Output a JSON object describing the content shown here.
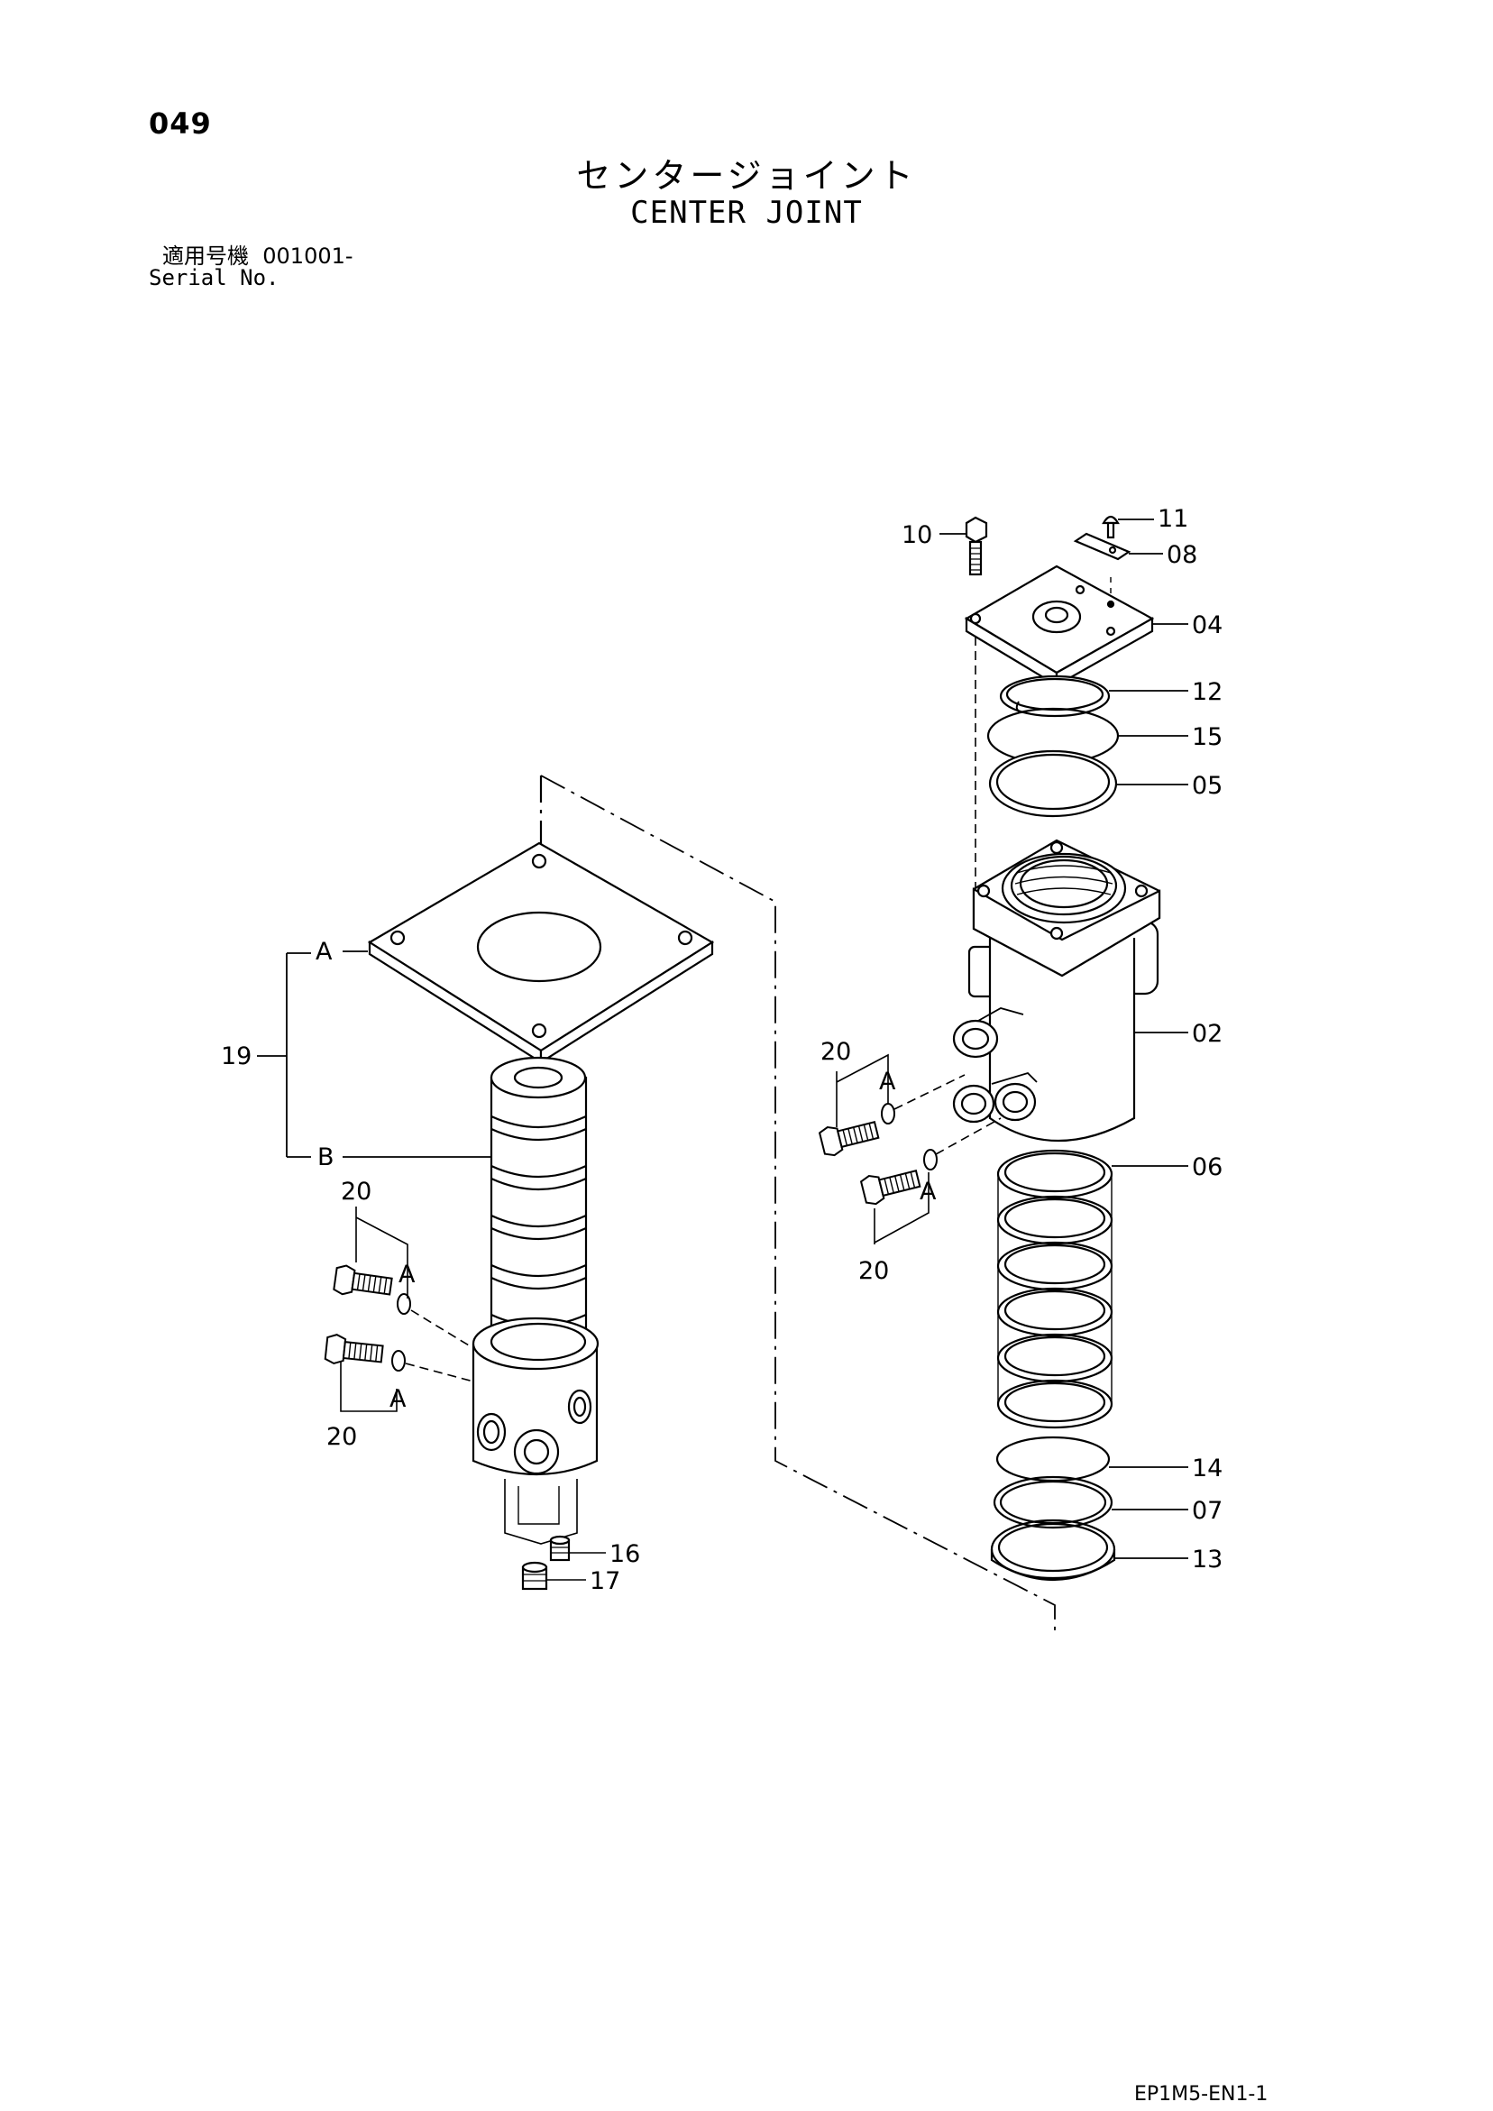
{
  "page_number": "049",
  "title_jp": "センタージョイント",
  "title_en": "CENTER JOINT",
  "serial": {
    "label_jp": "適用号機",
    "value": "001001-",
    "label_en": "Serial No."
  },
  "callouts": {
    "c02": "02",
    "c04": "04",
    "c05": "05",
    "c06": "06",
    "c07": "07",
    "c08": "08",
    "c10": "10",
    "c11": "11",
    "c12": "12",
    "c13": "13",
    "c14": "14",
    "c15": "15",
    "c16": "16",
    "c17": "17",
    "c19": "19",
    "c20": "20",
    "ref_a": "A",
    "ref_b": "B"
  },
  "drawing_code": "EP1M5-EN1-1"
}
